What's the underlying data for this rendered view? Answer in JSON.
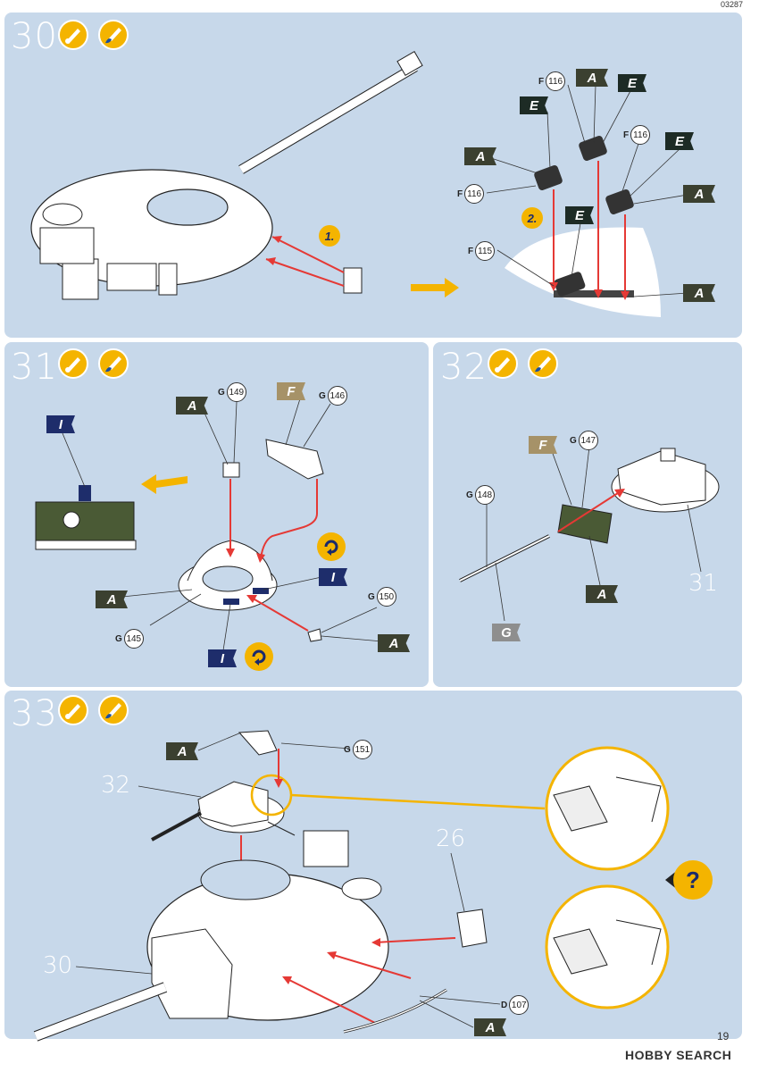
{
  "doc_code": "03287",
  "page_number": "19",
  "brand": "HOBBY SEARCH",
  "colors": {
    "panel": "#c7d8ea",
    "accent": "#f4b400",
    "arrow": "#e53935",
    "flag_A": "#3b4030",
    "flag_E": "#1d2b25",
    "flag_F": "#a69268",
    "flag_I": "#1e2d6b",
    "flag_G": "#8e8e8e"
  },
  "icons": [
    "glue-icon",
    "paint-brush-icon"
  ],
  "steps": {
    "s30": {
      "number": "30",
      "sub1": "1.",
      "sub2": "2.",
      "parts": [
        {
          "letter": "F",
          "num": "116"
        },
        {
          "letter": "F",
          "num": "116"
        },
        {
          "letter": "F",
          "num": "116"
        },
        {
          "letter": "F",
          "num": "115"
        }
      ],
      "flags": [
        "A",
        "E",
        "E",
        "A",
        "E",
        "A",
        "E",
        "A"
      ]
    },
    "s31": {
      "number": "31",
      "parts": [
        {
          "letter": "G",
          "num": "149"
        },
        {
          "letter": "G",
          "num": "146"
        },
        {
          "letter": "G",
          "num": "145"
        },
        {
          "letter": "G",
          "num": "150"
        }
      ],
      "flags": [
        "I",
        "A",
        "F",
        "I",
        "A",
        "I",
        "A"
      ]
    },
    "s32": {
      "number": "32",
      "parts": [
        {
          "letter": "G",
          "num": "147"
        },
        {
          "letter": "G",
          "num": "148"
        }
      ],
      "flags": [
        "F",
        "A",
        "G"
      ],
      "ref": "31"
    },
    "s33": {
      "number": "33",
      "parts": [
        {
          "letter": "G",
          "num": "151"
        },
        {
          "letter": "D",
          "num": "107"
        }
      ],
      "flags": [
        "A",
        "A"
      ],
      "refs": [
        "32",
        "26",
        "30"
      ],
      "question": "?"
    }
  }
}
